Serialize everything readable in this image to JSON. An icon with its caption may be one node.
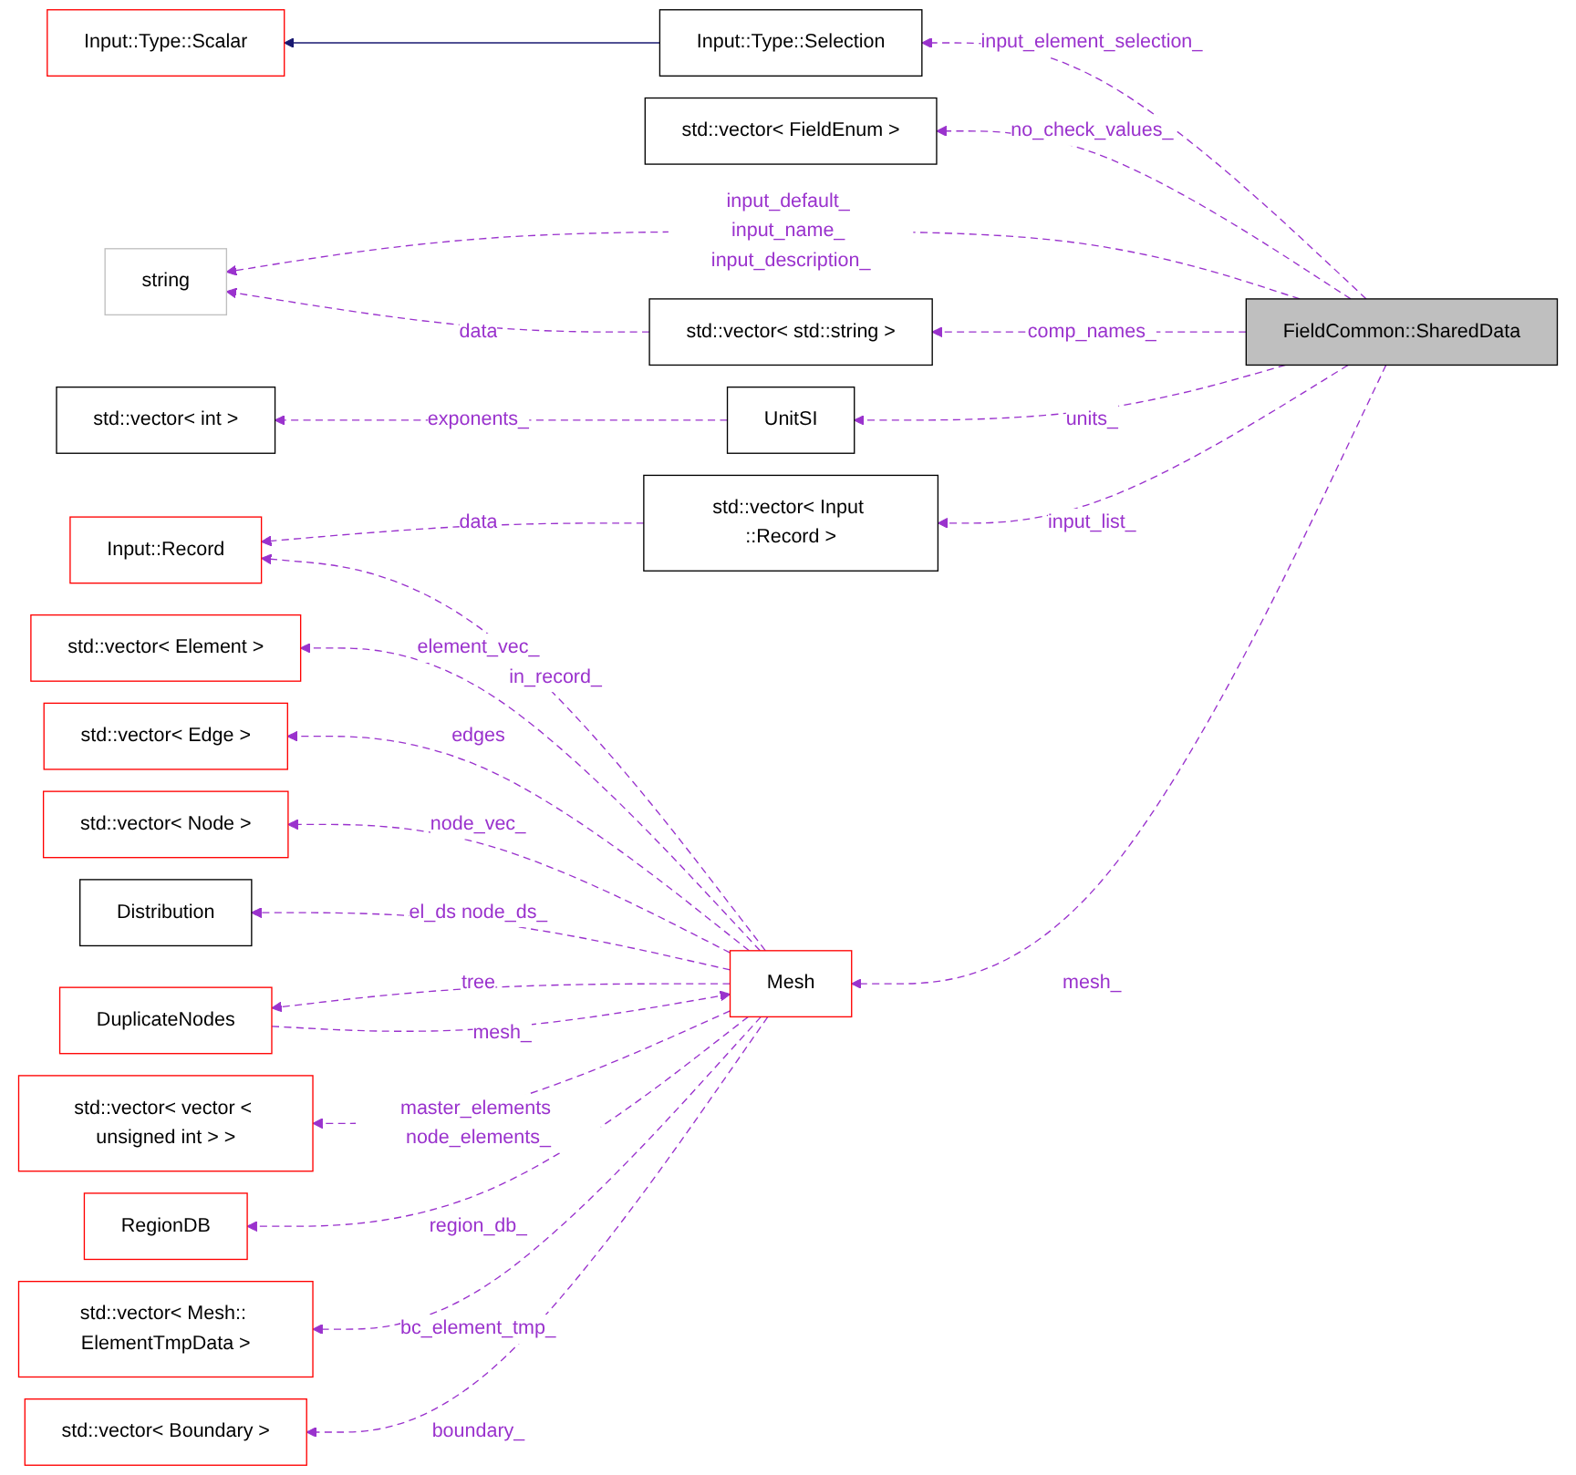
{
  "diagram": {
    "nodes": [
      {
        "text": [
          "Input::Type::Scalar"
        ]
      },
      {
        "text": [
          "Input::Type::Selection"
        ]
      },
      {
        "text": [
          "string"
        ]
      },
      {
        "text": [
          "std::vector< FieldEnum >"
        ]
      },
      {
        "text": [
          "std::vector< std::string >"
        ]
      },
      {
        "text": [
          "FieldCommon::SharedData"
        ]
      },
      {
        "text": [
          "std::vector< int >"
        ]
      },
      {
        "text": [
          "UnitSI"
        ]
      },
      {
        "text": [
          "Input::Record"
        ]
      },
      {
        "text": [
          "std::vector< Input ::Record >"
        ]
      },
      {
        "text": [
          "std::vector< Element >"
        ]
      },
      {
        "text": [
          "std::vector< Edge >"
        ]
      },
      {
        "text": [
          "std::vector< Node >"
        ]
      },
      {
        "text": [
          "Distribution"
        ]
      },
      {
        "text": [
          "Mesh"
        ]
      },
      {
        "text": [
          "DuplicateNodes"
        ]
      },
      {
        "text": [
          "std::vector< vector < unsigned int > >"
        ]
      },
      {
        "text": [
          "RegionDB"
        ]
      },
      {
        "text": [
          "std::vector< Mesh:: ElementTmpData >"
        ]
      },
      {
        "text": [
          "std::vector< Boundary >"
        ]
      }
    ],
    "edges": [
      {
        "from": 1,
        "to": 0,
        "arrow": "to",
        "color": "#191970"
      },
      {
        "from": 5,
        "to": 1,
        "arrow": "to",
        "label": "input_element_selection_",
        "style": "dashed"
      },
      {
        "from": 5,
        "to": 2,
        "arrow": "to",
        "label": "input_default_ input_name_ input_description_",
        "style": "dashed"
      },
      {
        "from": 4,
        "to": 2,
        "arrow": "to",
        "label": "data",
        "style": "dashed"
      },
      {
        "from": 5,
        "to": 3,
        "arrow": "to",
        "label": "no_check_values_",
        "style": "dashed"
      },
      {
        "from": 5,
        "to": 4,
        "arrow": "to",
        "label": "comp_names_",
        "style": "dashed"
      },
      {
        "from": 5,
        "to": 7,
        "arrow": "to",
        "label": "units_",
        "style": "dashed"
      },
      {
        "from": 7,
        "to": 6,
        "arrow": "to",
        "label": "exponents_",
        "style": "dashed"
      },
      {
        "from": 5,
        "to": 9,
        "arrow": "to",
        "label": "input_list_",
        "style": "dashed"
      },
      {
        "from": 9,
        "to": 8,
        "arrow": "to",
        "label": "data",
        "style": "dashed"
      },
      {
        "from": 14,
        "to": 8,
        "arrow": "to",
        "label": "in_record_",
        "style": "dashed"
      },
      {
        "from": 5,
        "to": 14,
        "arrow": "to",
        "label": "mesh_",
        "style": "dashed"
      },
      {
        "from": 14,
        "to": 10,
        "arrow": "to",
        "label": "element_vec_",
        "style": "dashed"
      },
      {
        "from": 14,
        "to": 11,
        "arrow": "to",
        "label": "edges",
        "style": "dashed"
      },
      {
        "from": 14,
        "to": 12,
        "arrow": "to",
        "label": "node_vec_",
        "style": "dashed"
      },
      {
        "from": 14,
        "to": 13,
        "arrow": "to",
        "label": "el_ds node_ds_",
        "style": "dashed"
      },
      {
        "from": 15,
        "to": 14,
        "arrow": "to",
        "label": "mesh_",
        "style": "dashed"
      },
      {
        "from": 14,
        "to": 15,
        "arrow": "to",
        "label": "tree",
        "style": "dashed"
      },
      {
        "from": 14,
        "to": 16,
        "arrow": "to",
        "label": "master_elements node_elements_",
        "style": "dashed"
      },
      {
        "from": 14,
        "to": 17,
        "arrow": "to",
        "label": "region_db_",
        "style": "dashed"
      },
      {
        "from": 14,
        "to": 18,
        "arrow": "to",
        "label": "bc_element_tmp_",
        "style": "dashed"
      },
      {
        "from": 14,
        "to": 19,
        "arrow": "to",
        "label": "boundary_",
        "style": "dashed"
      }
    ]
  }
}
